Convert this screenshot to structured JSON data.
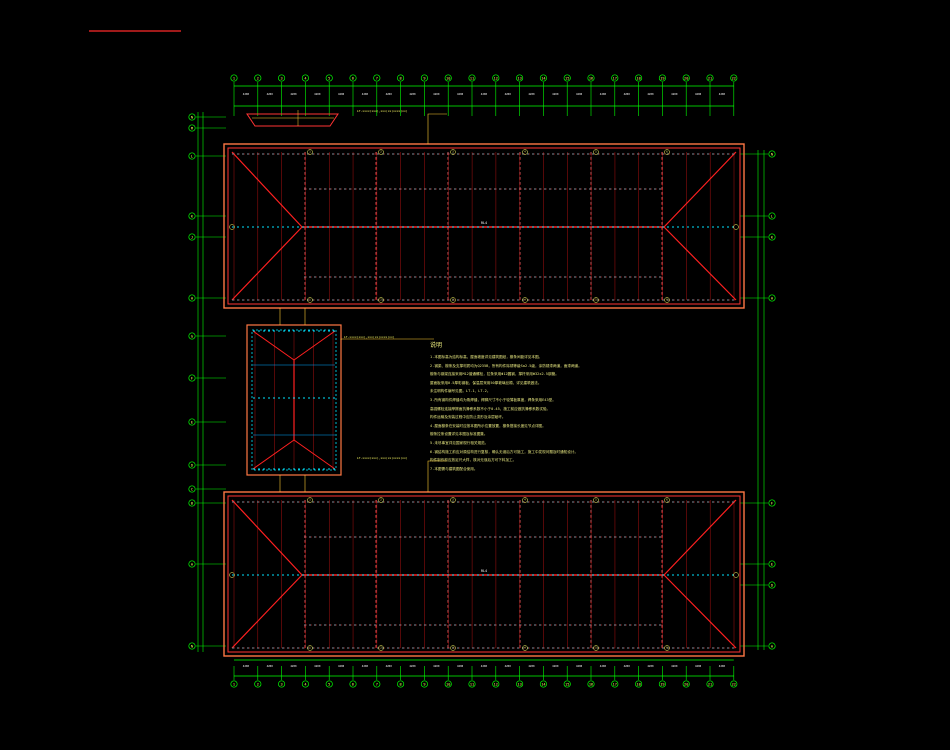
{
  "drawing": {
    "colors": {
      "background": "#000000",
      "grid_axis": "#00ff00",
      "roof_outline": "#ff3333",
      "ridge": "#ff2020",
      "purlin": "#00e5ff",
      "rafter": "#ff3030",
      "dimension_text": "#ffffff",
      "annotation": "#ffff66",
      "leader": "#ffcc33"
    },
    "top_axis_labels": [
      "1",
      "2",
      "3",
      "4",
      "5",
      "6",
      "7",
      "8",
      "9",
      "10",
      "11",
      "12",
      "13",
      "14",
      "15",
      "16",
      "17",
      "18",
      "19",
      "20",
      "21",
      "22"
    ],
    "bottom_axis_labels": [
      "1",
      "2",
      "3",
      "4",
      "5",
      "6",
      "7",
      "8",
      "9",
      "10",
      "11",
      "12",
      "13",
      "14",
      "15",
      "16",
      "17",
      "18",
      "19",
      "20",
      "21",
      "22"
    ],
    "left_axis_labels_upper": [
      "N",
      "M",
      "L",
      "K",
      "J",
      "H"
    ],
    "left_axis_labels_lower": [
      "G",
      "F",
      "E",
      "D",
      "C",
      "B",
      "A"
    ],
    "right_axis_labels_upper": [
      "N",
      "L",
      "K",
      "H"
    ],
    "right_axis_labels_lower": [
      "F",
      "E",
      "D",
      "A"
    ],
    "span_dim_label": "4200",
    "upper_roof_center_label": "RL4",
    "lower_roof_center_label": "RL4",
    "bay_labels": [
      "1",
      "2",
      "3",
      "4",
      "5",
      "6"
    ],
    "leader_notes": {
      "upper": "LT-xxxx(xxx),xxx(xx)xxxx(xx)",
      "link": "LT-xxxx(xxx),xxx(xx)xxxx(xx)",
      "lower": "LT-xxxx(xxx),xxx(xx)xxxx(xx)"
    },
    "notes_title": "说明",
    "notes_lines": [
      "1.本图标高为结构标高，屋面坡度详见建筑图纸，檩条间距详见本图。",
      "2.钢梁、檩条及支撑材质均为Q235B，所有构件除锈等级Sa2.5级，涂防锈漆两道，面漆两道。",
      "  檩条与钢梁连接采用M12普通螺栓，拉条采用Φ12圆钢，撑杆采用Φ32x2.5钢管。",
      "  屋面板采用0.5厚彩钢板，保温层采用50厚玻璃丝棉，详见建筑做法。",
      "  未注明构件编号见图。LT-1、LT-2。",
      "3.所有钢构件焊缝均为角焊缝，焊脚尺寸不小于较薄板厚度，焊条采用E43型。",
      "  高强螺栓连接摩擦面抗滑移系数不小于0.45，施工前应做抗滑移系数试验。",
      "  构件运输及安装过程中应防止变形及涂层破坏。",
      "4.屋面檩条在安装时应按本图所示位置放置，檩条搭接长度见节点详图。",
      "  檩条拉条设置详见本图及标准图集。",
      "5.未尽事宜详见国家现行相关规范。",
      "6.钢结构施工前应对原结构进行复核，确认无误后方可施工，施工中发现问题及时通知设计。",
      "  构件制作前应放足尺大样，核对无误后方可下料加工。",
      "7.本图需与建筑图配合使用。"
    ]
  }
}
